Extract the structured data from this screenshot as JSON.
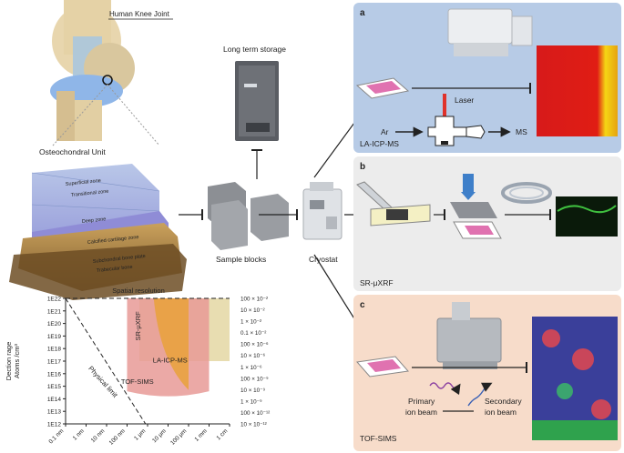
{
  "left": {
    "knee_title": "Human Knee Joint",
    "osteochondral_label": "Osteochondral Unit",
    "zones": [
      "Superficial zone",
      "Transitional zone",
      "Deep zone",
      "Calcified cartilage zone",
      "Subchondral bone plate",
      "Trabecular bone"
    ]
  },
  "storage_label": "Long term storage",
  "blocks_label": "Sample blocks",
  "cryostat_label": "Cryostat",
  "panel_a": {
    "letter": "a",
    "name": "LA-ICP-MS",
    "laser": "Laser",
    "ar": "Ar",
    "ms": "MS"
  },
  "panel_b": {
    "letter": "b",
    "name": "SR-μXRF"
  },
  "panel_c": {
    "letter": "c",
    "name": "TOF-SIMS",
    "primary": [
      "Primary",
      "ion beam"
    ],
    "secondary": [
      "Secondary",
      "ion beam"
    ]
  },
  "chart_data": {
    "type": "area",
    "title": "Spatial resolution",
    "ylabel": [
      "Dection rage",
      "Atoms /cm³"
    ],
    "x_ticks": [
      "0.1 nm",
      "1 nm",
      "10 nm",
      "100 nm",
      "1 μm",
      "10 μm",
      "100 μm",
      "1 mm",
      "1 cm"
    ],
    "y_ticks_left": [
      "1E22",
      "1E21",
      "1E20",
      "1E19",
      "1E18",
      "1E17",
      "1E16",
      "1E15",
      "1E14",
      "1E13",
      "1E12"
    ],
    "y_ticks_right": [
      "100 × 10⁻²",
      "10 × 10⁻²",
      "1 × 10⁻²",
      "0.1 × 10⁻²",
      "100 × 10⁻⁶",
      "10 × 10⁻⁶",
      "1 × 10⁻⁶",
      "100 × 10⁻⁹",
      "10 × 10⁻⁹",
      "1 × 10⁻⁹",
      "100 × 10⁻¹²",
      "10 × 10⁻¹²"
    ],
    "regions": [
      {
        "name": "SR-μXRF",
        "x_range": [
          "1 μm",
          "1 cm"
        ],
        "y_range": [
          "1E17",
          "1E22"
        ],
        "color": "#e6d9a8"
      },
      {
        "name": "TOF-SIMS",
        "x_range": [
          "100 nm",
          "1 mm"
        ],
        "y_range": [
          "1E16",
          "1E22"
        ],
        "color": "#e79a97"
      },
      {
        "name": "LA-ICP-MS",
        "x_range": [
          "1 μm",
          "100 μm"
        ],
        "y_range": [
          "1E16",
          "1E22"
        ],
        "color": "#e9a23a"
      }
    ],
    "annotations": [
      "Physical limit"
    ],
    "colors": {
      "sr": "#e6d9a8",
      "tof": "#e79a97",
      "la": "#e9a23a"
    }
  }
}
